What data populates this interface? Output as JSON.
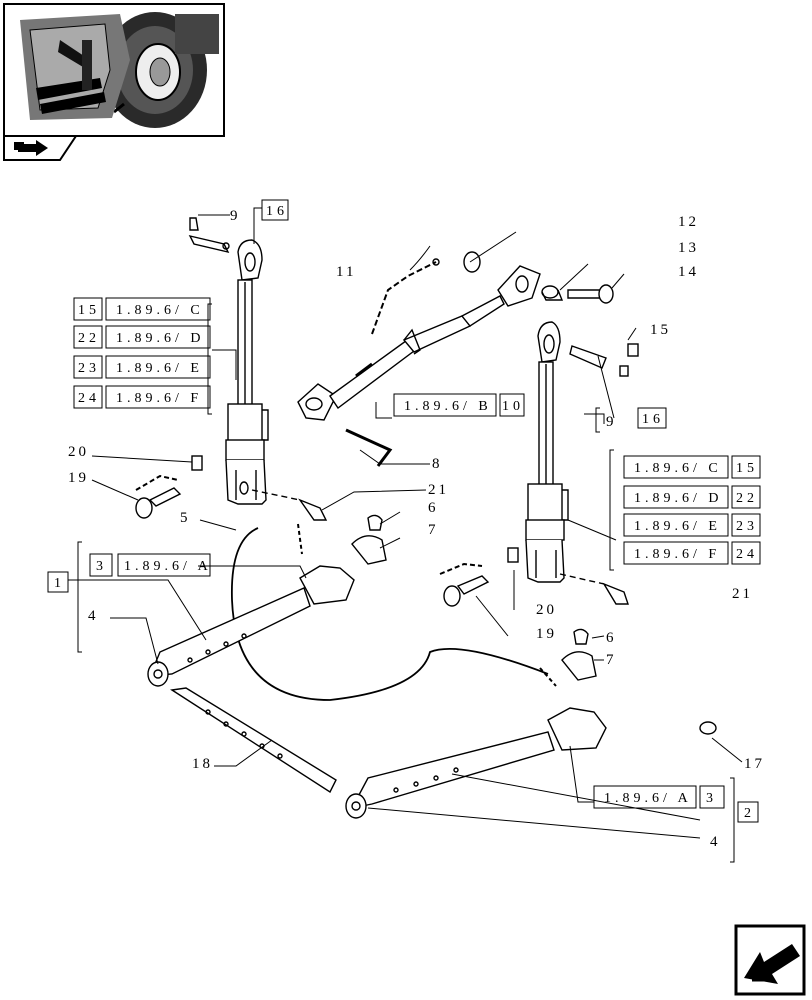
{
  "callouts": {
    "c1": "1",
    "c2": "2",
    "c3": "3",
    "c4a": "4",
    "c4b": "4",
    "c5": "5",
    "c6a": "6",
    "c6b": "6",
    "c7a": "7",
    "c7b": "7",
    "c8": "8",
    "c9a": "9",
    "c9b": "9",
    "c11": "11",
    "c12": "12",
    "c13": "13",
    "c14": "14",
    "c15a": "15",
    "c17": "17",
    "c18": "18",
    "c19a": "19",
    "c19b": "19",
    "c20a": "20",
    "c20b": "20",
    "c21a": "21",
    "c21b": "21"
  },
  "refs": {
    "left_table": [
      {
        "item": "15",
        "ref": "1.89.6/ C"
      },
      {
        "item": "22",
        "ref": "1.89.6/ D"
      },
      {
        "item": "23",
        "ref": "1.89.6/ E"
      },
      {
        "item": "24",
        "ref": "1.89.6/ F"
      }
    ],
    "right_table": [
      {
        "item": "15",
        "ref": "1.89.6/ C"
      },
      {
        "item": "22",
        "ref": "1.89.6/ D"
      },
      {
        "item": "23",
        "ref": "1.89.6/ E"
      },
      {
        "item": "24",
        "ref": "1.89.6/ F"
      }
    ],
    "box16a": "16",
    "box16b": "16",
    "topLinkRef": "1.89.6/ B",
    "topLinkItem": "10",
    "leftArmItem": "3",
    "leftArmRef": "1.89.6/ A",
    "rightArmRef": "1.89.6/ A",
    "rightArmItem": "3"
  },
  "icons": {
    "thumbnail": "tractor-rear-hitch-thumbnail",
    "section": "hitch-section-icon",
    "next": "next-page-arrow-icon"
  }
}
